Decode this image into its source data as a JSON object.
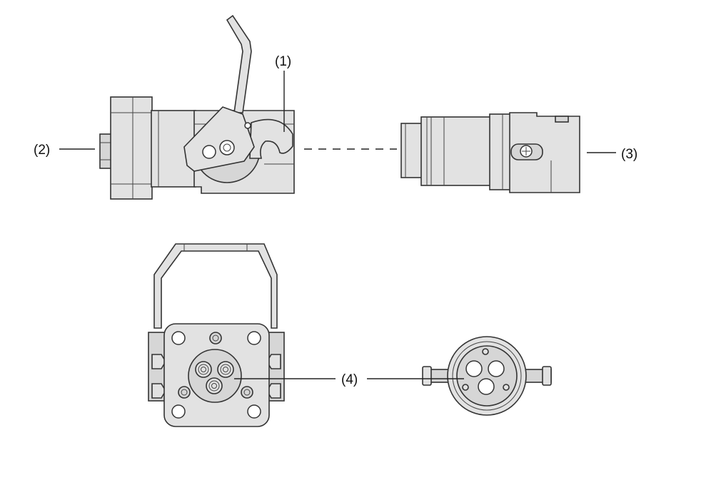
{
  "callouts": {
    "c1": "(1)",
    "c2": "(2)",
    "c3": "(3)",
    "c4": "(4)"
  },
  "colors": {
    "body_fill": "#e2e2e2",
    "outline": "#333333",
    "background": "#ffffff"
  }
}
